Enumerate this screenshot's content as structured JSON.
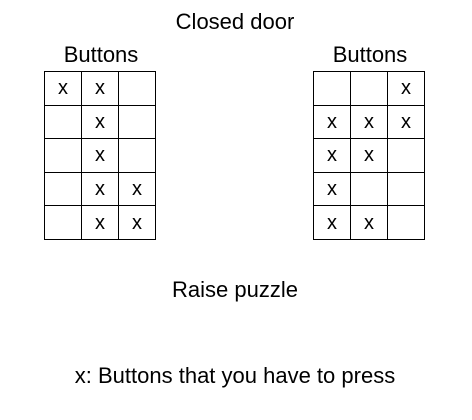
{
  "title": "Closed door",
  "caption": "Raise puzzle",
  "legend": "x: Buttons that you have to press",
  "mark": "x",
  "panels": [
    {
      "heading": "Buttons",
      "rows": [
        [
          true,
          true,
          false
        ],
        [
          false,
          true,
          false
        ],
        [
          false,
          true,
          false
        ],
        [
          false,
          true,
          true
        ],
        [
          false,
          true,
          true
        ]
      ]
    },
    {
      "heading": "Buttons",
      "rows": [
        [
          false,
          false,
          true
        ],
        [
          true,
          true,
          true
        ],
        [
          true,
          true,
          false
        ],
        [
          true,
          false,
          false
        ],
        [
          true,
          true,
          false
        ]
      ]
    }
  ]
}
